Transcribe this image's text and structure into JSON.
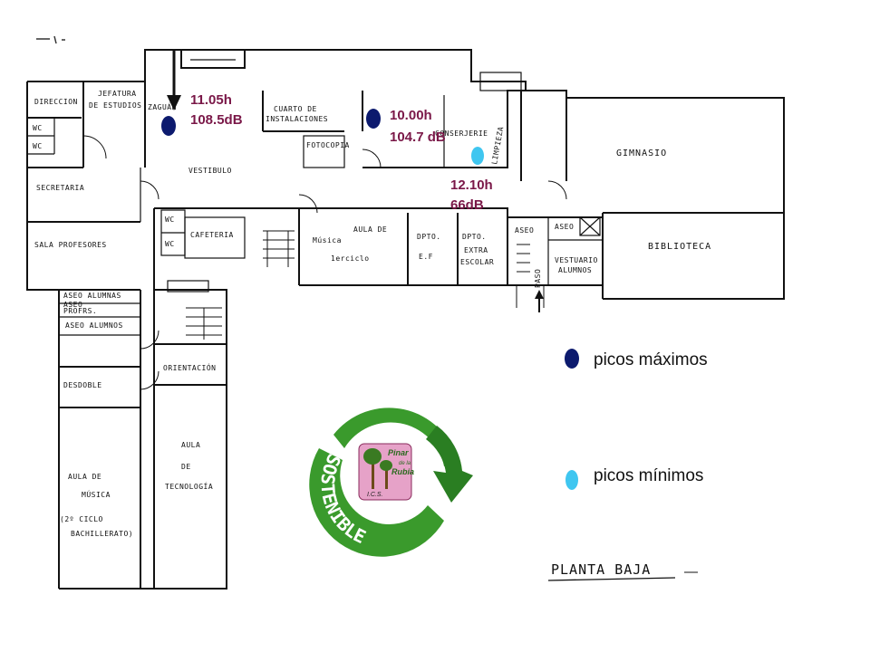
{
  "colors": {
    "max_marker": "#0c1a6e",
    "min_marker": "#3fc6f0",
    "reading_text": "#7a1848",
    "logo_green": "#3a9a2c",
    "logo_arrow": "#2a7e22"
  },
  "rooms": {
    "direccion": "DIRECCION",
    "jefatura1": "JEFATURA",
    "jefatura2": "DE ESTUDIOS",
    "zaguan": "ZAGUÁN",
    "cuarto1": "CUARTO DE",
    "cuarto2": "INSTALACIONES",
    "fotocopia": "FOTOCOPIA",
    "conserjeria": "CONSERJERIE",
    "limpieza": "LIMPIEZA",
    "gimnasio": "GIMNASIO",
    "wc": "WC",
    "vestibulo": "VESTIBULO",
    "secretaria": "SECRETARIA",
    "cafeteria": "CAFETERIA",
    "aula_musica1": "AULA DE",
    "aula_musica2": "Música",
    "aula_musica3": "1erciclo",
    "dpto_ef1": "DPTO.",
    "dpto_ef2": "E.F",
    "dpto_extra1": "DPTO.",
    "dpto_extra2": "EXTRA",
    "dpto_extra3": "ESCOLAR",
    "aseo": "ASEO",
    "paso": "PASO",
    "vestuario1": "VESTUARIO",
    "vestuario2": "ALUMNOS",
    "biblioteca": "BIBLIOTECA",
    "sala_profesores": "SALA PROFESORES",
    "aseo_alumnas": "ASEO ALUMNAS",
    "aseo_profes1": "ASEO",
    "aseo_profes2": "PROFRS.",
    "aseo_alumnos": "ASEO ALUMNOS",
    "orientacion": "ORIENTACIÓN",
    "desdoble": "DESDOBLE",
    "aula_tec1": "AULA",
    "aula_tec2": "DE",
    "aula_tec3": "TECNOLOGÍA",
    "aula_m2_1": "AULA DE",
    "aula_m2_2": "MÚSICA",
    "aula_m2_3": "(2º CICLO",
    "aula_m2_4": "BACHILLERATO)"
  },
  "readings": [
    {
      "time": "11.05h",
      "level": "108.5dB",
      "kind": "max"
    },
    {
      "time": "10.00h",
      "level": "104.7 dB",
      "kind": "max"
    },
    {
      "time": "12.10h",
      "level": "66dB",
      "kind": "min"
    }
  ],
  "legend": {
    "max_label": "picos máximos",
    "min_label": "picos mínimos"
  },
  "logo": {
    "arc_text": "SOSTENIBLE",
    "school1": "Pinar",
    "school2": "de la",
    "school3": "Rubia",
    "initials": "I.C.S."
  },
  "plan_title": "PLANTA BAJA"
}
